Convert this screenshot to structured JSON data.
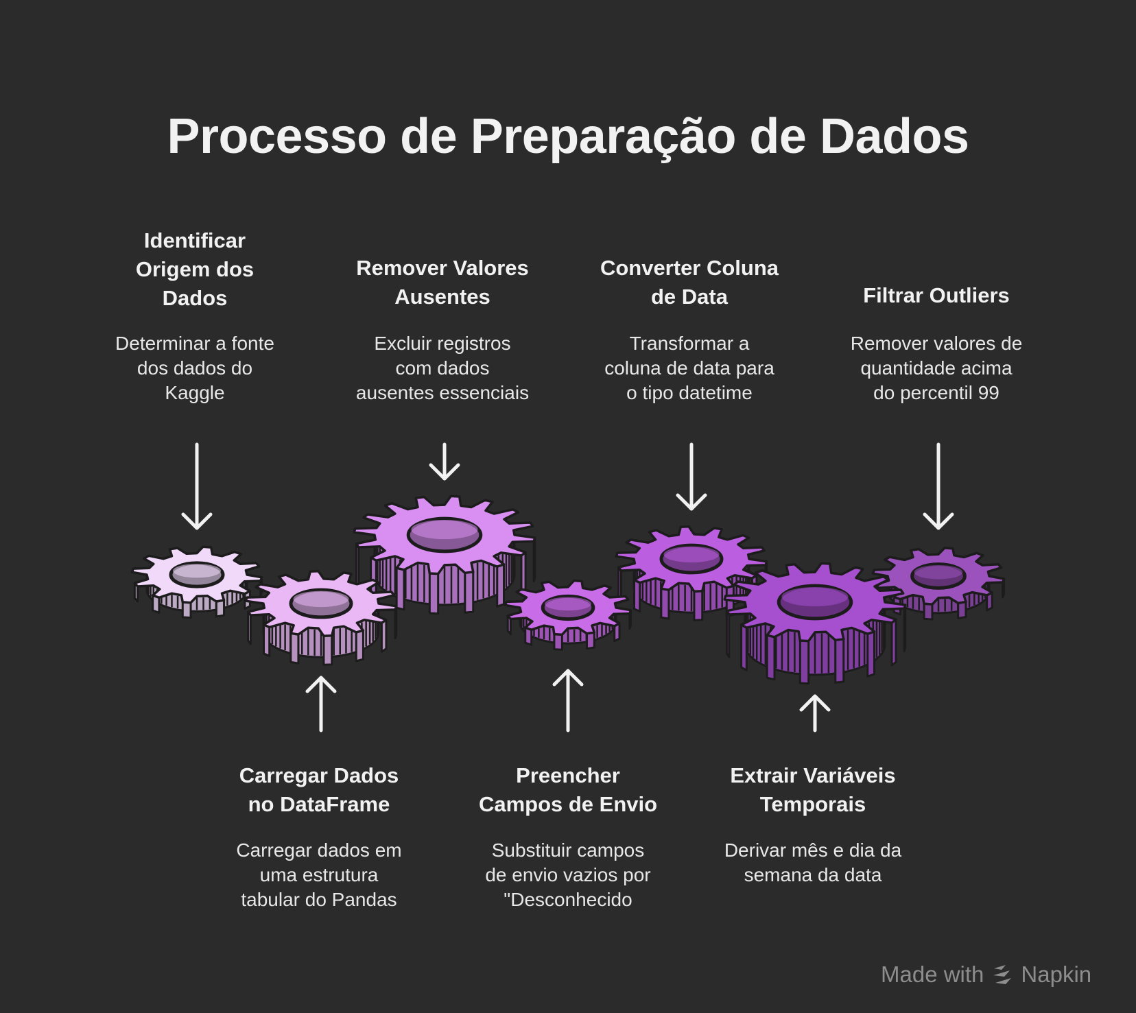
{
  "title": "Processo de Preparação de Dados",
  "steps": [
    {
      "id": "identificar",
      "title": "Identificar\nOrigem dos\nDados",
      "desc": "Determinar a fonte\ndos dados do\nKaggle",
      "gear_color": "#f1d9fa"
    },
    {
      "id": "carregar",
      "title": "Carregar Dados\nno DataFrame",
      "desc": "Carregar dados em\numa estrutura\ntabular do Pandas",
      "gear_color": "#e9b8f5"
    },
    {
      "id": "remover",
      "title": "Remover Valores\nAusentes",
      "desc": "Excluir registros\ncom dados\nausentes essenciais",
      "gear_color": "#d98ff2"
    },
    {
      "id": "preencher",
      "title": "Preencher\nCampos de Envio",
      "desc": "Substituir campos\nde envio vazios por\n\"Desconhecido",
      "gear_color": "#c96ce8"
    },
    {
      "id": "converter",
      "title": "Converter Coluna\nde Data",
      "desc": "Transformar a\ncoluna de data para\no tipo datetime",
      "gear_color": "#bb5fe0"
    },
    {
      "id": "extrair",
      "title": "Extrair Variáveis\nTemporais",
      "desc": "Derivar mês e dia da\nsemana da data",
      "gear_color": "#a64fcf"
    },
    {
      "id": "filtrar",
      "title": "Filtrar Outliers",
      "desc": "Remover valores de\nquantidade acima\ndo percentil 99",
      "gear_color": "#9c52bd"
    }
  ],
  "colors": {
    "background": "#2b2b2b",
    "outline": "#1c1c1c",
    "arrow": "#f2f2f2"
  },
  "watermark": {
    "text": "Made with",
    "brand": "Napkin",
    "icon": "napkin-logo-icon"
  }
}
